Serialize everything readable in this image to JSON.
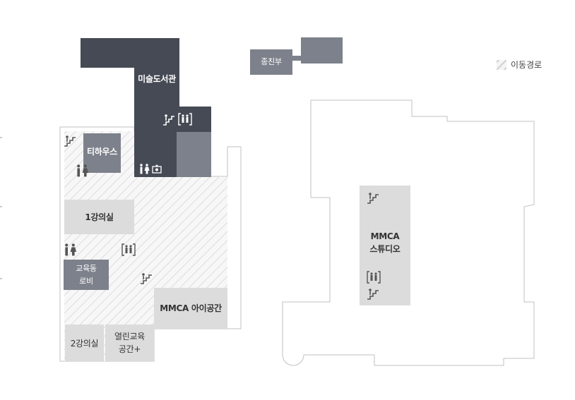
{
  "colors": {
    "dark": "#454a54",
    "mid": "#7d818b",
    "light": "#dcdcdc",
    "outline": "#c2c2c2",
    "hatch": "#d8d8d8",
    "icon": "#555555"
  },
  "rooms": {
    "library": "미술도서관",
    "tea_house": "티하우스",
    "lecture1": "1강의실",
    "edu_lobby": "교육동\n로비",
    "mmca_kids": "MMCA 아이공간",
    "lecture2": "2강의실",
    "open_edu": "열린교육\n공간+",
    "friends": "종친부",
    "mmca_studio": "MMCA\n스튜디오"
  },
  "legend": {
    "label": "이동경로"
  },
  "icons": {
    "stairs": "stairs-icon",
    "elevator": "elevator-icon",
    "restroom": "restroom-icon",
    "nursing": "nursing-room-icon"
  }
}
